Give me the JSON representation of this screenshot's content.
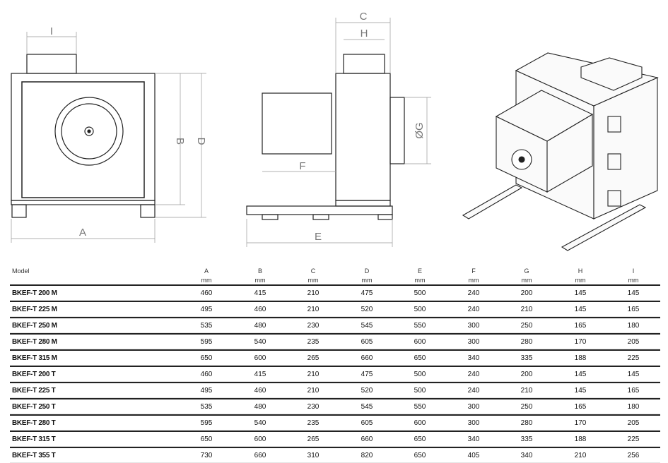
{
  "drawing_labels": {
    "A": "A",
    "B": "B",
    "C": "C",
    "D": "D",
    "E": "E",
    "F": "F",
    "G": "ØG",
    "H": "H",
    "I": "I"
  },
  "table": {
    "model_header": "Model",
    "columns": [
      "A",
      "B",
      "C",
      "D",
      "E",
      "F",
      "G",
      "H",
      "I"
    ],
    "unit": "mm",
    "rows": [
      {
        "model": "BKEF-T 200 M",
        "values": [
          "460",
          "415",
          "210",
          "475",
          "500",
          "240",
          "200",
          "145",
          "145"
        ]
      },
      {
        "model": "BKEF-T 225 M",
        "values": [
          "495",
          "460",
          "210",
          "520",
          "500",
          "240",
          "210",
          "145",
          "165"
        ]
      },
      {
        "model": "BKEF-T 250 M",
        "values": [
          "535",
          "480",
          "230",
          "545",
          "550",
          "300",
          "250",
          "165",
          "180"
        ]
      },
      {
        "model": "BKEF-T 280 M",
        "values": [
          "595",
          "540",
          "235",
          "605",
          "600",
          "300",
          "280",
          "170",
          "205"
        ]
      },
      {
        "model": "BKEF-T 315 M",
        "values": [
          "650",
          "600",
          "265",
          "660",
          "650",
          "340",
          "335",
          "188",
          "225"
        ]
      },
      {
        "model": "BKEF-T 200 T",
        "values": [
          "460",
          "415",
          "210",
          "475",
          "500",
          "240",
          "200",
          "145",
          "145"
        ]
      },
      {
        "model": "BKEF-T 225 T",
        "values": [
          "495",
          "460",
          "210",
          "520",
          "500",
          "240",
          "210",
          "145",
          "165"
        ]
      },
      {
        "model": "BKEF-T 250 T",
        "values": [
          "535",
          "480",
          "230",
          "545",
          "550",
          "300",
          "250",
          "165",
          "180"
        ]
      },
      {
        "model": "BKEF-T 280 T",
        "values": [
          "595",
          "540",
          "235",
          "605",
          "600",
          "300",
          "280",
          "170",
          "205"
        ]
      },
      {
        "model": "BKEF-T 315 T",
        "values": [
          "650",
          "600",
          "265",
          "660",
          "650",
          "340",
          "335",
          "188",
          "225"
        ]
      },
      {
        "model": "BKEF-T 355 T",
        "values": [
          "730",
          "660",
          "310",
          "820",
          "650",
          "405",
          "340",
          "210",
          "256"
        ]
      }
    ]
  }
}
